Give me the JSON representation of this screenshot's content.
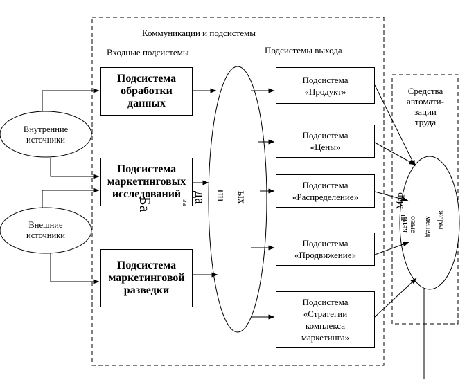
{
  "main_frame": {
    "title": "Коммуникации и подсистемы"
  },
  "input_header": "Входные подсистемы",
  "output_header": "Подсистемы выхода",
  "input_subsystems": [
    {
      "lines": [
        "Подсистема",
        "обработки",
        "данных"
      ]
    },
    {
      "lines": [
        "Подсистема",
        "маркетинговых",
        "исследований"
      ]
    },
    {
      "lines": [
        "Подсистема",
        "маркетинговой",
        "разведки"
      ]
    }
  ],
  "output_subsystems": [
    {
      "lines": [
        "Подсистема",
        "«Продукт»"
      ]
    },
    {
      "lines": [
        "Подсистема",
        "«Цены»"
      ]
    },
    {
      "lines": [
        "Подсистема",
        "«Распределение»"
      ]
    },
    {
      "lines": [
        "Подсистема",
        "«Продвижение»"
      ]
    },
    {
      "lines": [
        "Подсистема",
        "«Стратегии",
        "комплекса",
        "маркетинга»"
      ]
    }
  ],
  "sources": {
    "internal": [
      "Внутренние",
      "источники"
    ],
    "external": [
      "Внешние",
      "источники"
    ]
  },
  "database_fragments": [
    "Ба",
    "за",
    "да",
    "нн",
    "ых"
  ],
  "automation": {
    "lines": [
      "Средства",
      "автомати-",
      "зации",
      "труда"
    ]
  },
  "managers_fragments": [
    "Мар",
    "кети",
    "нг",
    "овые",
    "менед",
    "жеры"
  ]
}
